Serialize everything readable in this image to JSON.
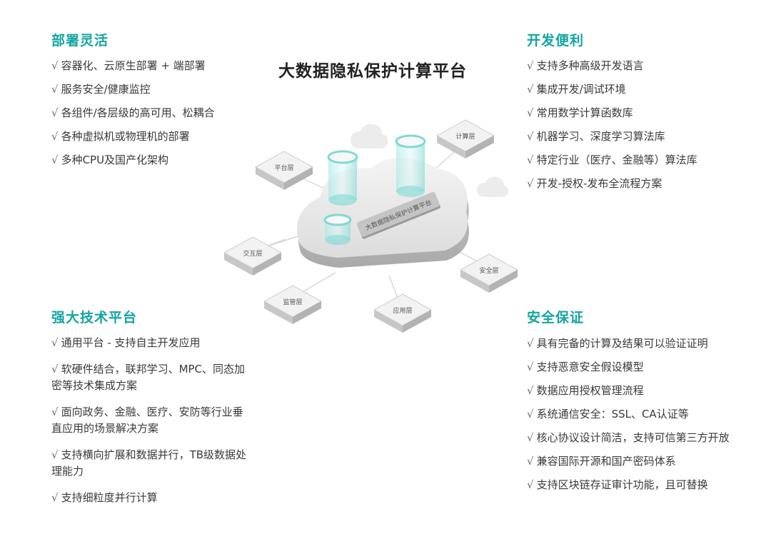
{
  "diagram_title": "大数据隐私保护计算平台",
  "check_mark": "√",
  "panels": {
    "top_left": {
      "title": "部署灵活",
      "items": [
        "容器化、云原生部署 + 端部署",
        "服务安全/健康监控",
        "各组件/各层级的高可用、松耦合",
        "各种虚拟机或物理机的部署",
        "多种CPU及国产化架构"
      ]
    },
    "top_right": {
      "title": "开发便利",
      "items": [
        "支持多种高级开发语言",
        "集成开发/调试环境",
        "常用数学计算函数库",
        "机器学习、深度学习算法库",
        "特定行业（医疗、金融等）算法库",
        "开发-授权-发布全流程方案"
      ]
    },
    "bottom_left": {
      "title": "强大技术平台",
      "items": [
        "通用平台 - 支持自主开发应用",
        "软硬件结合，联邦学习、MPC、同态加密等技术集成方案",
        "面向政务、金融、医疗、安防等行业垂直应用的场景解决方案",
        "支持横向扩展和数据并行，TB级数据处理能力",
        "支持细粒度并行计算"
      ]
    },
    "bottom_right": {
      "title": "安全保证",
      "items": [
        "具有完备的计算及结果可以验证证明",
        "支持恶意安全假设模型",
        "数据应用授权管理流程",
        "系统通信安全：SSL、CA认证等",
        "核心协议设计简洁，支持可信第三方开放",
        "兼容国际开源和国产密码体系",
        "支持区块链存证审计功能，且可替换"
      ]
    }
  },
  "diagram": {
    "nodes": [
      "平台层",
      "计算层",
      "交互层",
      "安全层",
      "监管层",
      "应用层"
    ]
  },
  "colors": {
    "accent": "#13a5a2",
    "text": "#3a3a3a",
    "cylinder": "#7fd9d3"
  }
}
